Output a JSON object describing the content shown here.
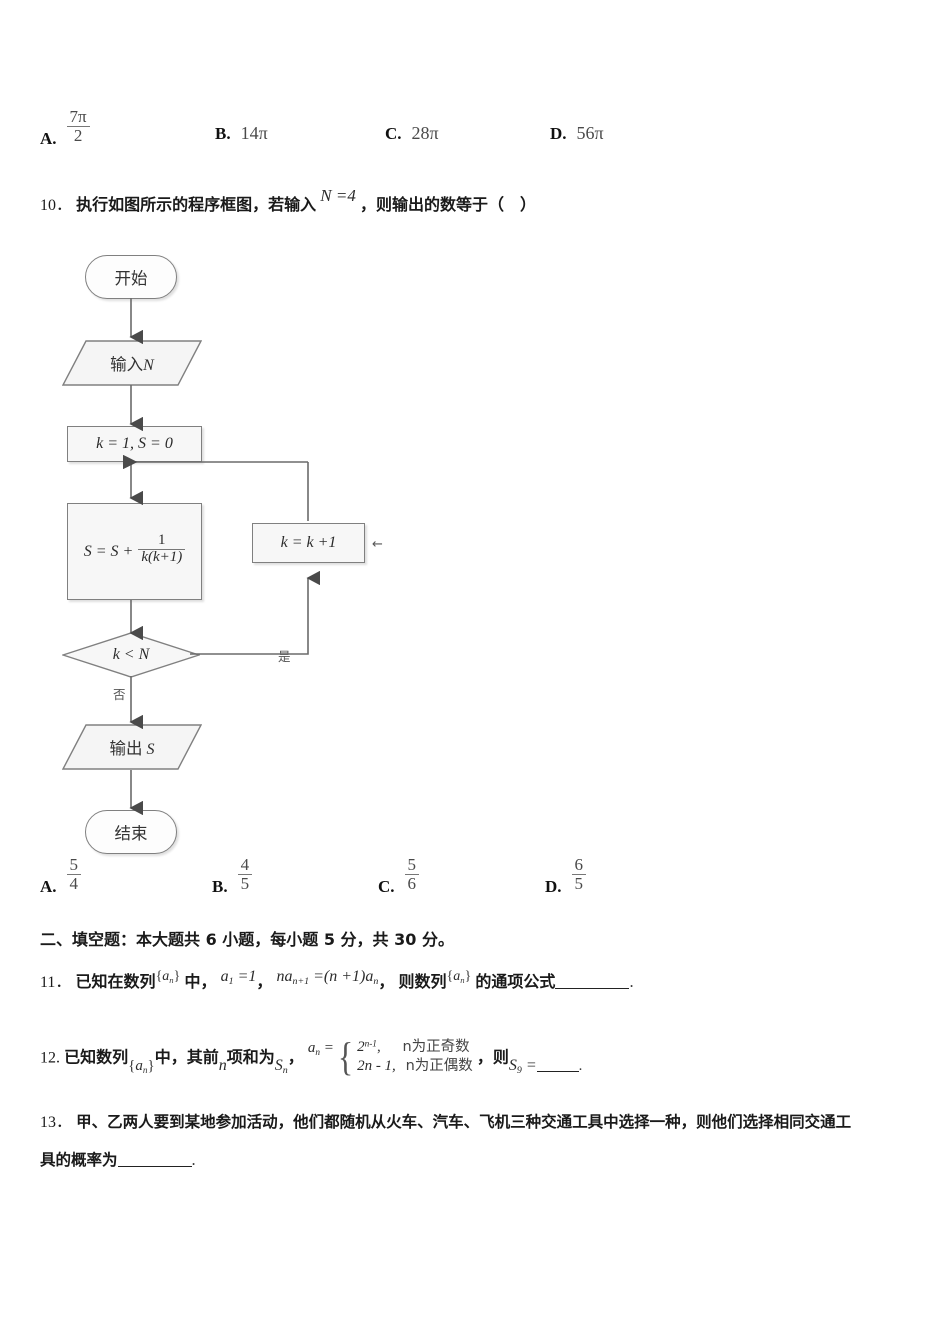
{
  "document": {
    "type": "math-exam-page",
    "language": "zh-CN"
  },
  "question9_options": {
    "name": "question-9-options",
    "options": [
      {
        "label": "A.",
        "kind": "fraction",
        "numerator": "7π",
        "denominator": "2",
        "text": "7π/2"
      },
      {
        "label": "B.",
        "kind": "plain",
        "text": "14π"
      },
      {
        "label": "C.",
        "kind": "plain",
        "text": "28π"
      },
      {
        "label": "D.",
        "kind": "plain",
        "text": "56π"
      }
    ]
  },
  "question10": {
    "number": "10．",
    "text_before": "执行如图所示的程序框图，若输入",
    "input_value": "N =4",
    "text_after": "，则输出的数等于（　）",
    "options": [
      {
        "label": "A.",
        "numerator": "5",
        "denominator": "4",
        "text": "5/4"
      },
      {
        "label": "B.",
        "numerator": "4",
        "denominator": "5",
        "text": "4/5"
      },
      {
        "label": "C.",
        "numerator": "5",
        "denominator": "6",
        "text": "5/6"
      },
      {
        "label": "D.",
        "numerator": "6",
        "denominator": "5",
        "text": "6/5"
      }
    ]
  },
  "flowchart": {
    "name": "program-flowchart",
    "nodes": {
      "start": {
        "shape": "oval",
        "text": "开始"
      },
      "input": {
        "shape": "parallelogram",
        "text_cn": "输入",
        "text_var": "N"
      },
      "init": {
        "shape": "rectangle",
        "text": "k = 1, S = 0"
      },
      "process": {
        "shape": "rectangle",
        "lhs": "S = S +",
        "frac_num": "1",
        "frac_den": "k(k+1)"
      },
      "increment": {
        "shape": "rectangle",
        "text": "k = k +1"
      },
      "decision": {
        "shape": "diamond",
        "text": "k < N"
      },
      "output": {
        "shape": "parallelogram",
        "text_cn": "输出",
        "text_var": "S"
      },
      "end": {
        "shape": "oval",
        "text": "结束"
      }
    },
    "edge_labels": {
      "yes": "是",
      "no": "否",
      "side_arrow": "←"
    }
  },
  "section2": {
    "heading": "二、填空题：本大题共 6 小题，每小题 5 分，共 30 分。",
    "questions": [
      {
        "number": "11．",
        "seg1": "已知在数列",
        "seq1": "{a_n}",
        "seg2": "中，",
        "cond1": "a₁ =1",
        "sep1": "，",
        "cond2": "naₙ₊₁ =(n +1)aₙ",
        "sep2": "，",
        "seg3": "则数列",
        "seq2": "{a_n}",
        "seg4": "的通项公式",
        "tail": "."
      },
      {
        "number": "12.",
        "seg1": "已知数列",
        "seq1": "{aₙ}",
        "seg2": "中，其前",
        "var_n": "n",
        "seg3": "项和为",
        "sn": "Sₙ",
        "sep1": "，",
        "an_lhs": "aₙ =",
        "case1_expr": "2",
        "case1_exp": "n-1",
        "case1_sep": ",",
        "case1_cond": "n为正奇数",
        "case2_expr": "2n - 1,",
        "case2_cond": "n为正偶数",
        "seg4": "，则",
        "s9": "S₉ =",
        "tail": "."
      },
      {
        "number": "13．",
        "line1": "甲、乙两人要到某地参加活动，他们都随机从火车、汽车、飞机三种交通工具中选择一种，则他们选择相同交通工",
        "line2_before": "具的概率为",
        "line2_after": "."
      }
    ]
  },
  "colors": {
    "shape_border": "#808080",
    "shape_fill": "#f7f7f7",
    "line": "#6b6b6b",
    "text": "#2b2b2b"
  }
}
